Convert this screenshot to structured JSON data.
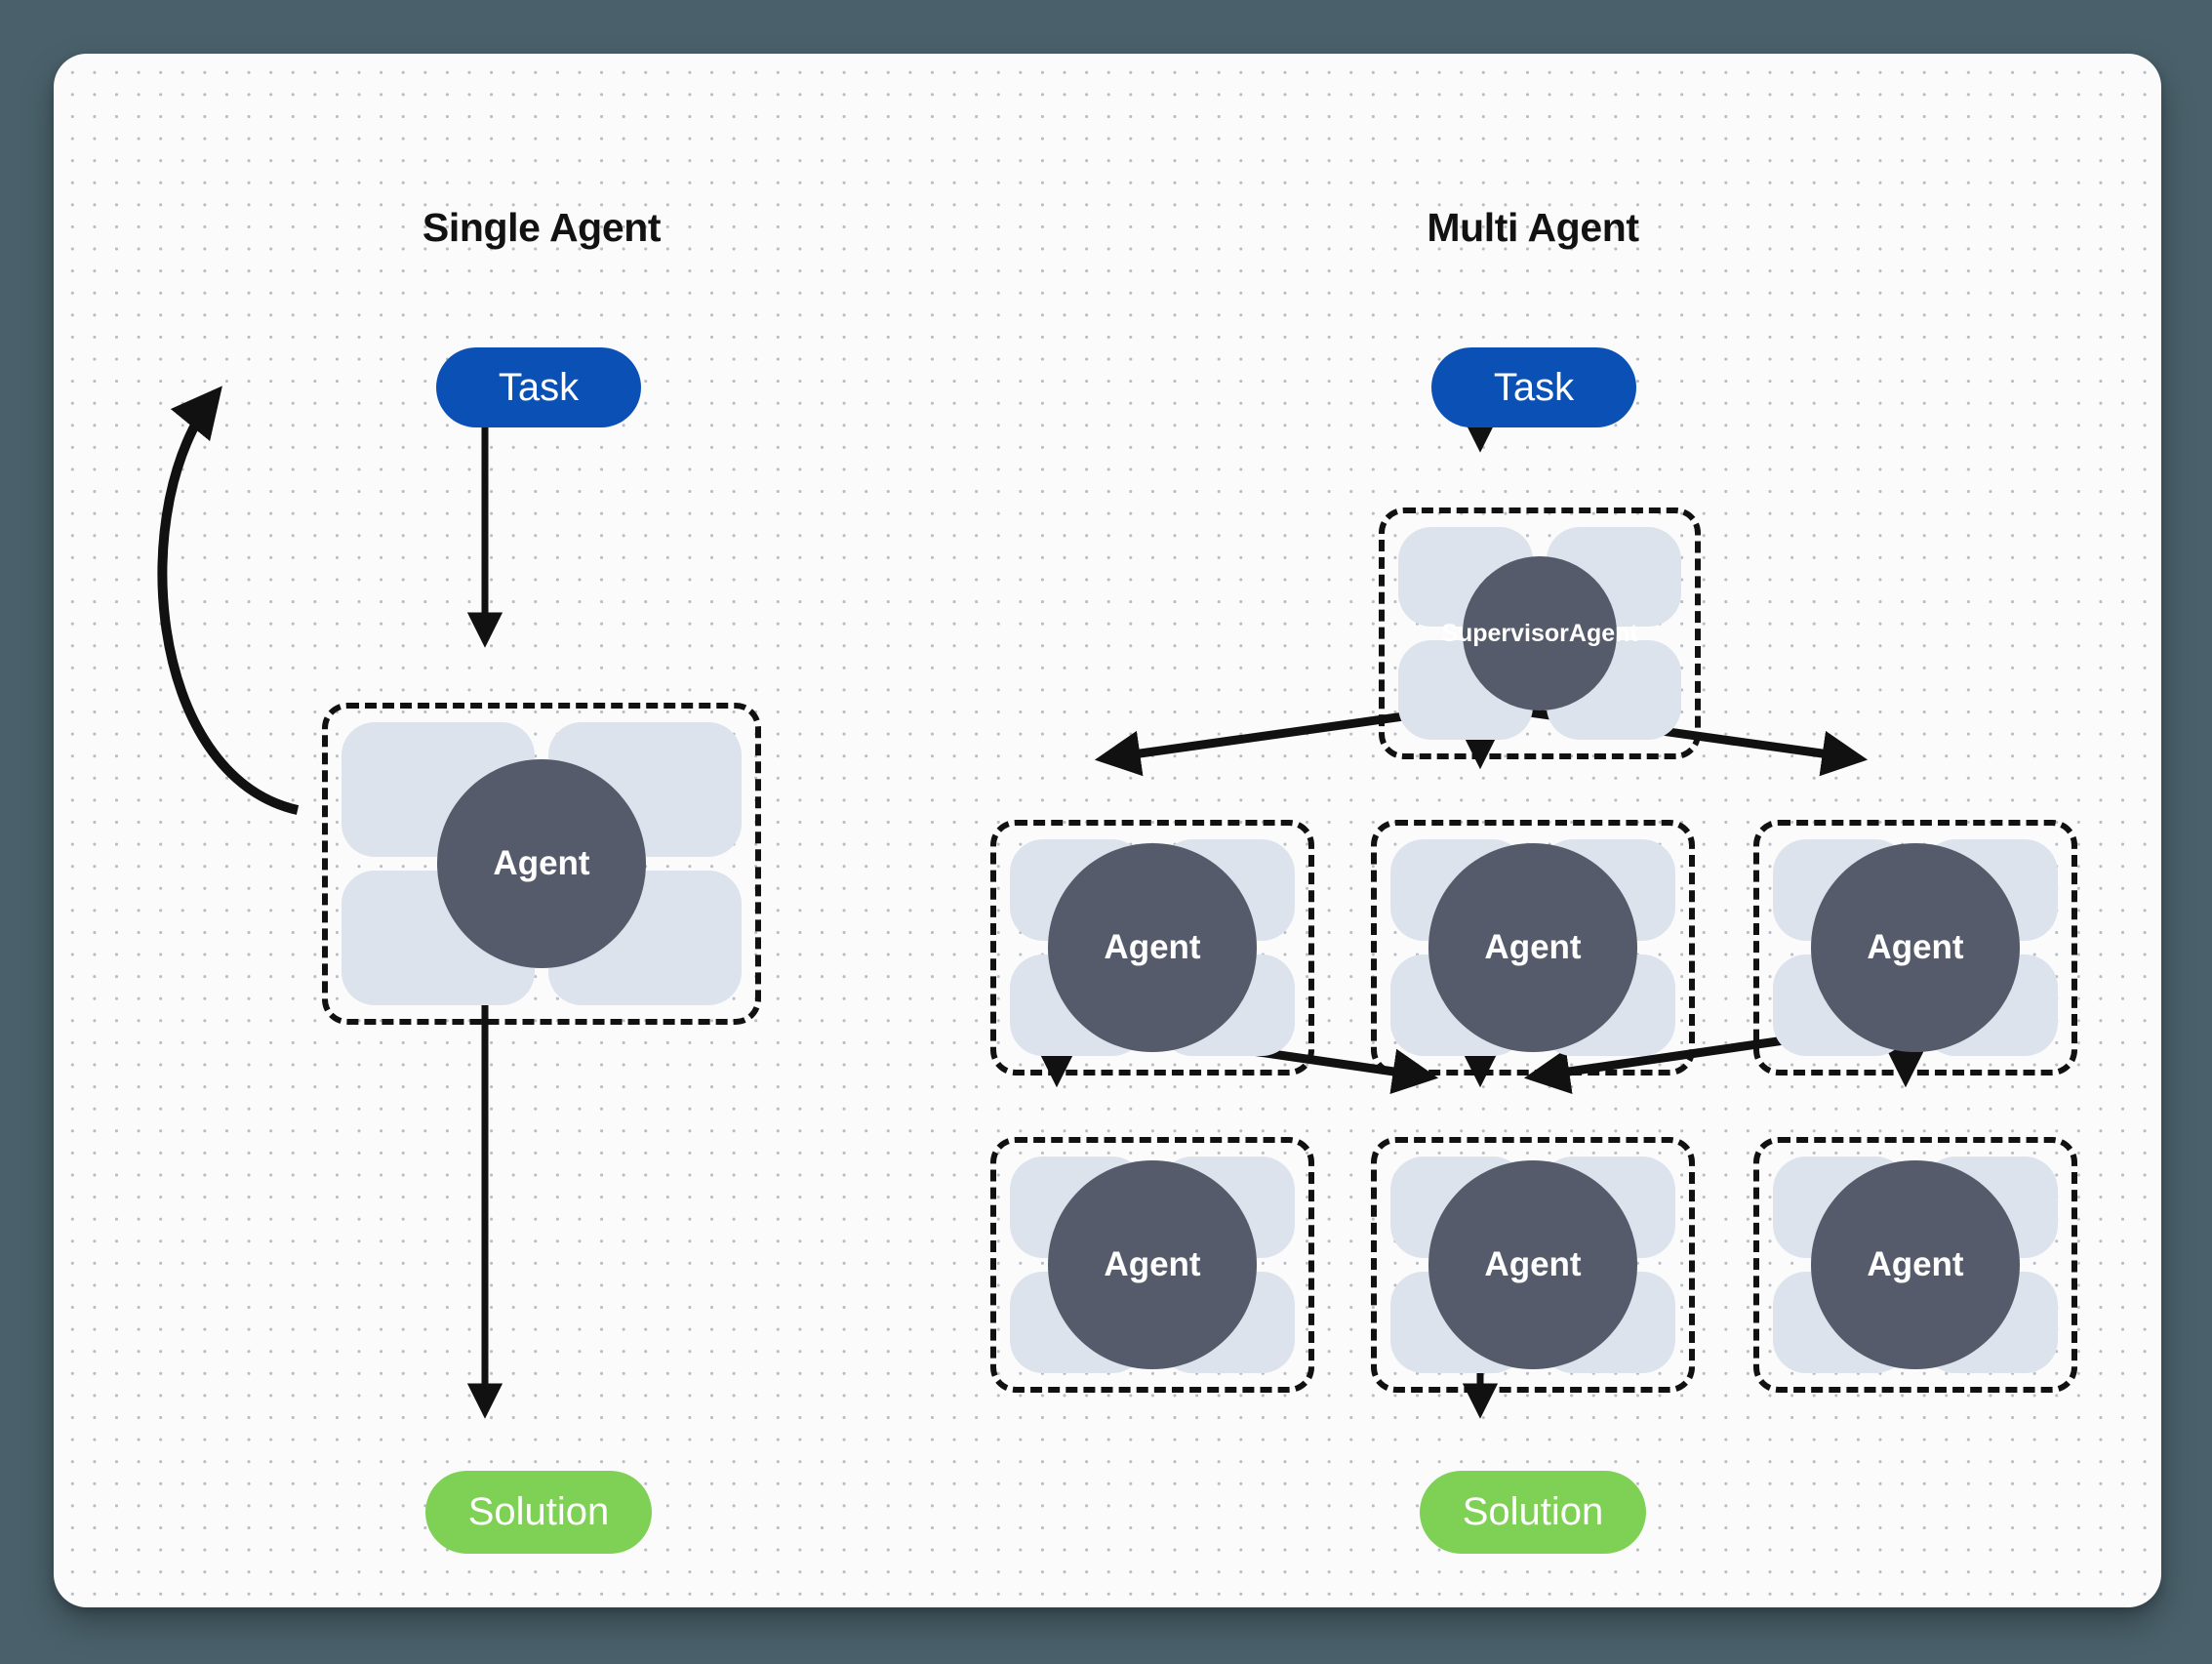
{
  "diagram": {
    "title_single": "Single Agent",
    "title_multi": "Multi Agent"
  },
  "single_agent": {
    "task_label": "Task",
    "agent_label": "Agent",
    "solution_label": "Solution"
  },
  "multi_agent": {
    "task_label": "Task",
    "supervisor_line1": "Supervisor",
    "supervisor_line2": "Agent",
    "solution_label": "Solution",
    "row1": [
      {
        "label": "Agent"
      },
      {
        "label": "Agent"
      },
      {
        "label": "Agent"
      }
    ],
    "row2": [
      {
        "label": "Agent"
      },
      {
        "label": "Agent"
      },
      {
        "label": "Agent"
      }
    ]
  },
  "colors": {
    "background": "#4a616b",
    "card": "#fbfbfc",
    "task_blue": "#0b51b5",
    "solution_green": "#7fd156",
    "agent_circle": "#555b6a",
    "petal": "#dde3ec",
    "stroke": "#111111",
    "dot_grid": "#b9bcc4"
  }
}
